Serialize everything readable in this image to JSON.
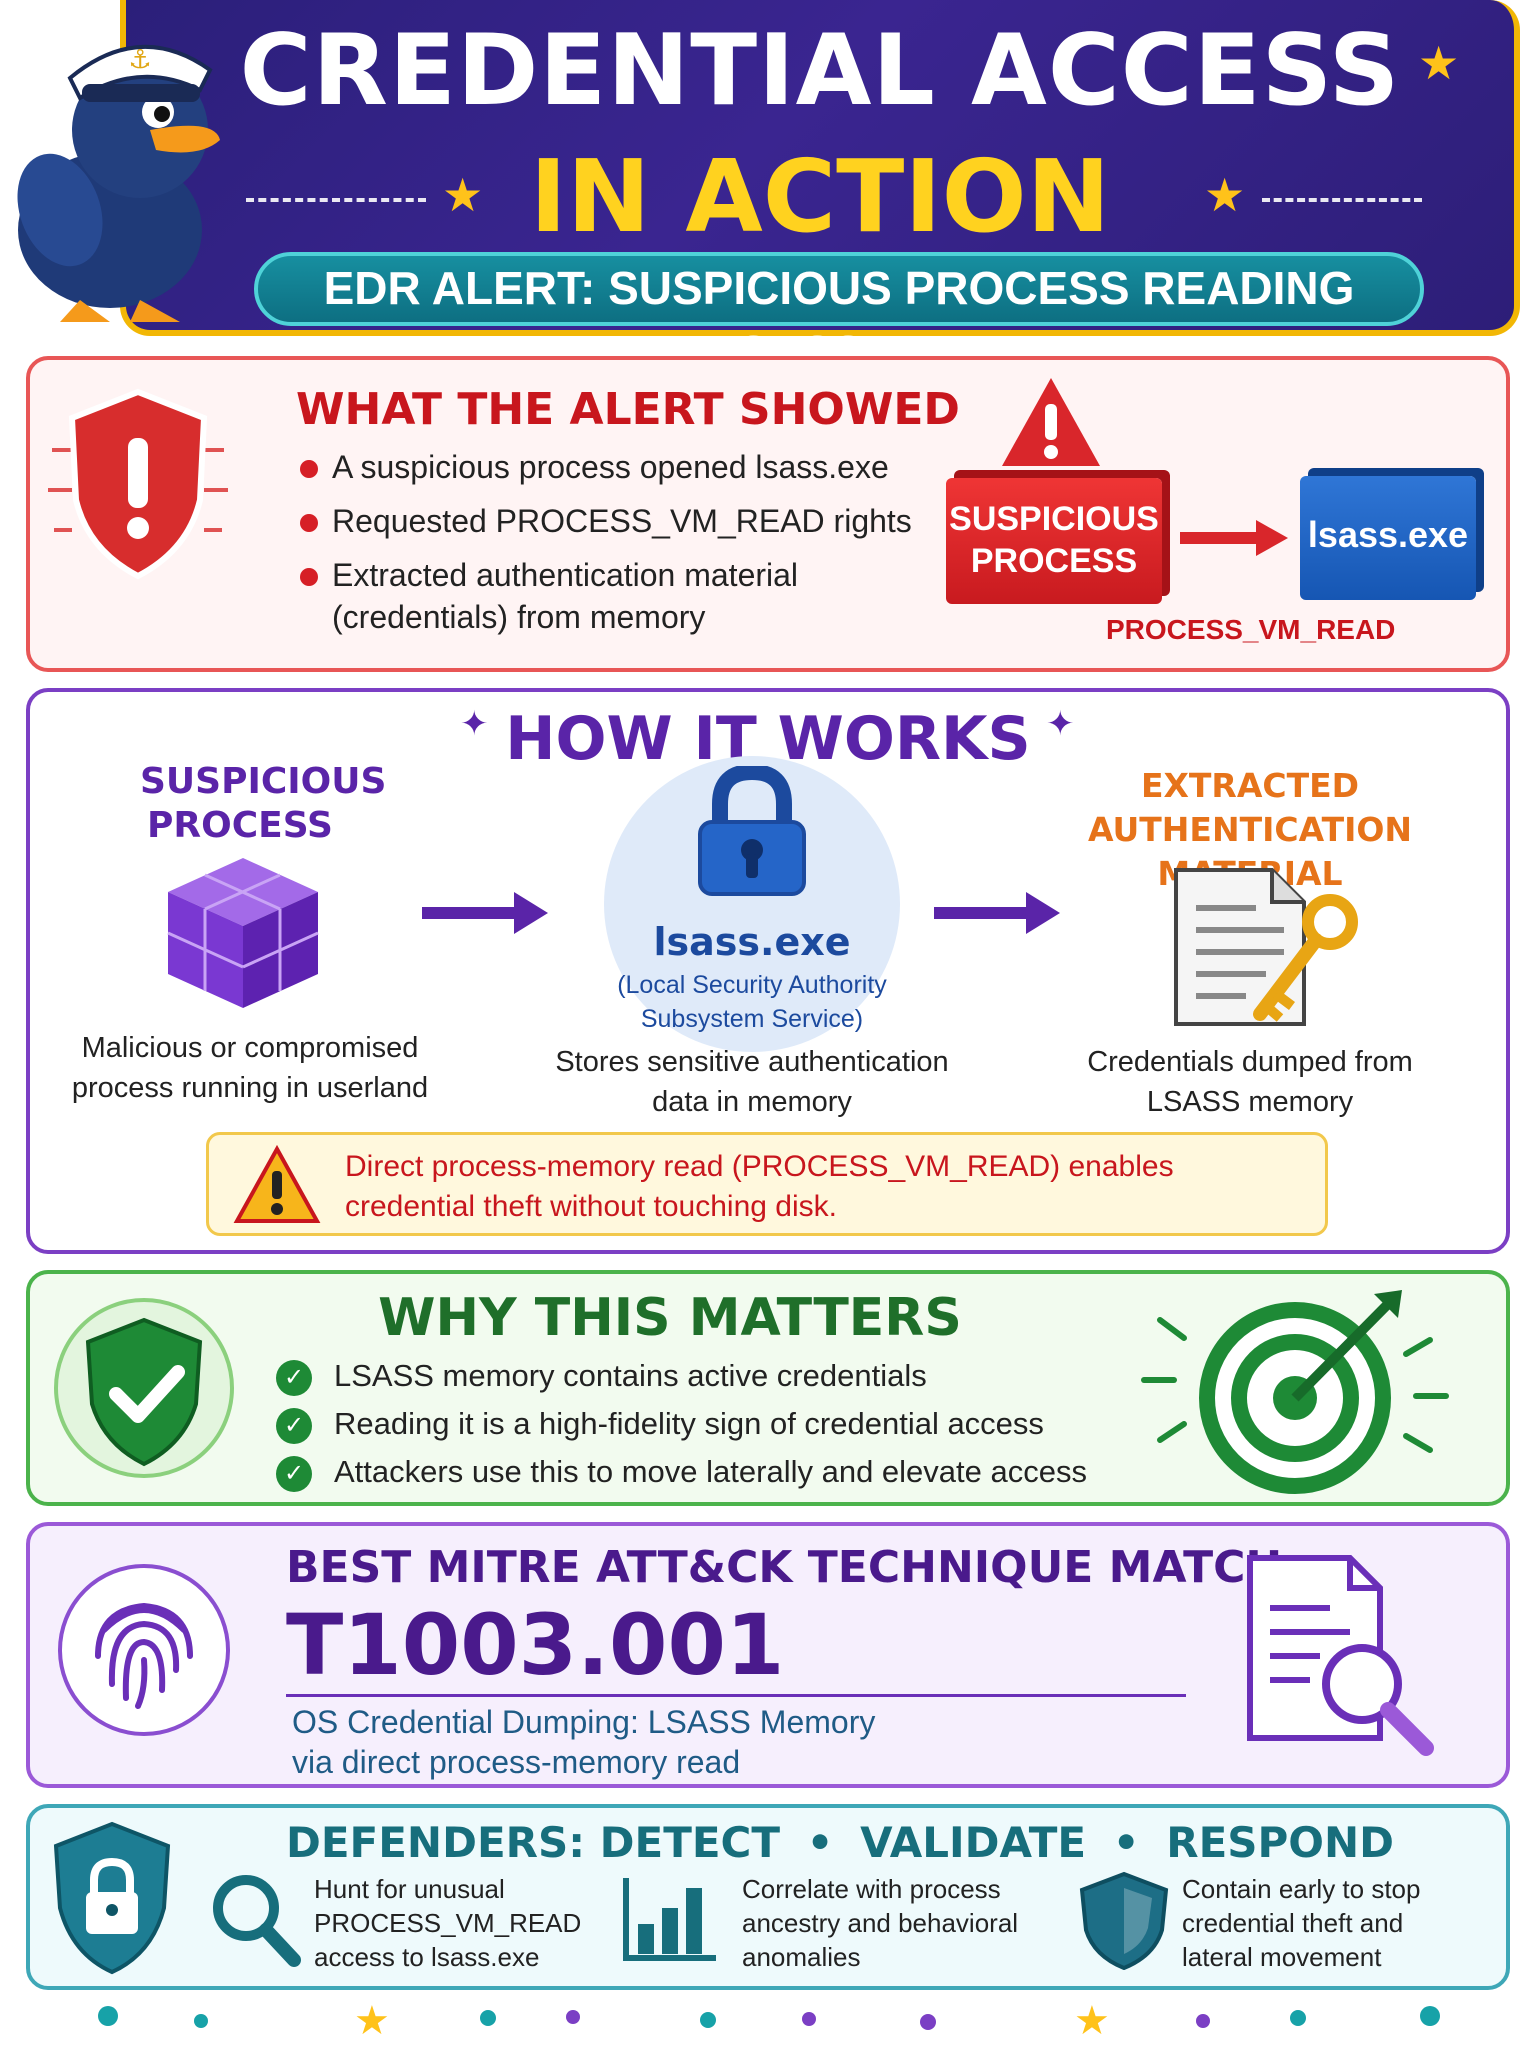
{
  "header": {
    "title_line1": "CREDENTIAL ACCESS",
    "title_line2": "IN ACTION",
    "subtitle": "EDR ALERT: SUSPICIOUS PROCESS READING LSASS.EXE"
  },
  "alert_section": {
    "title": "WHAT THE ALERT SHOWED",
    "bullets": [
      "A suspicious process opened lsass.exe",
      "Requested PROCESS_VM_READ rights",
      "Extracted authentication material",
      "(credentials) from memory"
    ],
    "diagram": {
      "source_label": "SUSPICIOUS PROCESS",
      "target_label": "lsass.exe",
      "arrow_label": "PROCESS_VM_READ"
    }
  },
  "how_section": {
    "title": "HOW IT WORKS",
    "step1": {
      "heading": "SUSPICIOUS PROCESS",
      "caption": "Malicious or compromised process running in userland"
    },
    "step2": {
      "heading": "lsass.exe",
      "subheading": "(Local Security Authority Subsystem Service)",
      "caption": "Stores sensitive authentication data in memory"
    },
    "step3": {
      "heading": "EXTRACTED AUTHENTICATION MATERIAL",
      "caption": "Credentials dumped from LSASS memory"
    },
    "warning": "Direct process-memory read (PROCESS_VM_READ) enables credential theft without touching disk."
  },
  "why_section": {
    "title": "WHY THIS MATTERS",
    "items": [
      "LSASS memory contains active credentials",
      "Reading it is a high-fidelity sign of credential access",
      "Attackers use this to move laterally and elevate access"
    ]
  },
  "mitre_section": {
    "title": "BEST MITRE ATT&CK TECHNIQUE MATCH",
    "technique_id": "T1003.001",
    "technique_name": "OS Credential Dumping: LSASS Memory",
    "technique_detail": "via direct process-memory read"
  },
  "defenders_section": {
    "title_parts": [
      "DEFENDERS: DETECT",
      "•",
      "VALIDATE",
      "•",
      "RESPOND"
    ],
    "items": [
      "Hunt for unusual PROCESS_VM_READ access to lsass.exe",
      "Correlate with process ancestry and behavioral anomalies",
      "Contain early to stop credential theft and lateral movement"
    ]
  },
  "colors": {
    "header_bg": "#2b1f7a",
    "accent_yellow": "#ffd21f",
    "alert_red": "#d61f26",
    "how_purple": "#5a24a8",
    "why_green": "#1f6f2a",
    "mitre_purple": "#4a1a8c",
    "defenders_teal": "#176e7c"
  },
  "icons": [
    "duck-mascot-icon",
    "shield-alert-icon",
    "warning-triangle-icon",
    "cube-icon",
    "padlock-icon",
    "document-key-icon",
    "shield-check-icon",
    "target-arrow-icon",
    "fingerprint-icon",
    "document-search-icon",
    "shield-lock-icon",
    "magnifier-icon",
    "bar-chart-icon",
    "shield-icon"
  ]
}
